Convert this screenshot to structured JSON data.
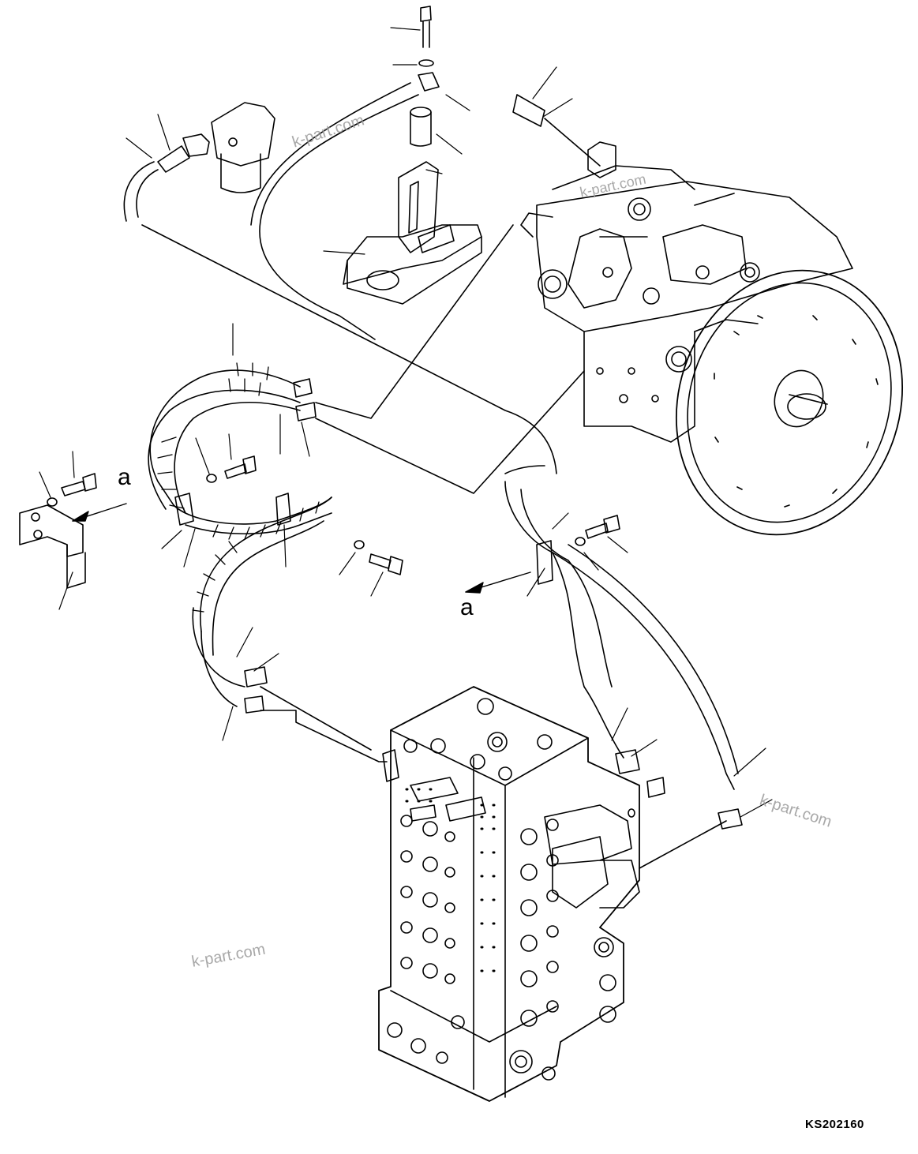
{
  "watermarks": [
    "k-part.com",
    "k-part.com",
    "k-part.com",
    "k-part.com"
  ],
  "view_labels": [
    "a",
    "a"
  ],
  "figure_code": "KS202160"
}
